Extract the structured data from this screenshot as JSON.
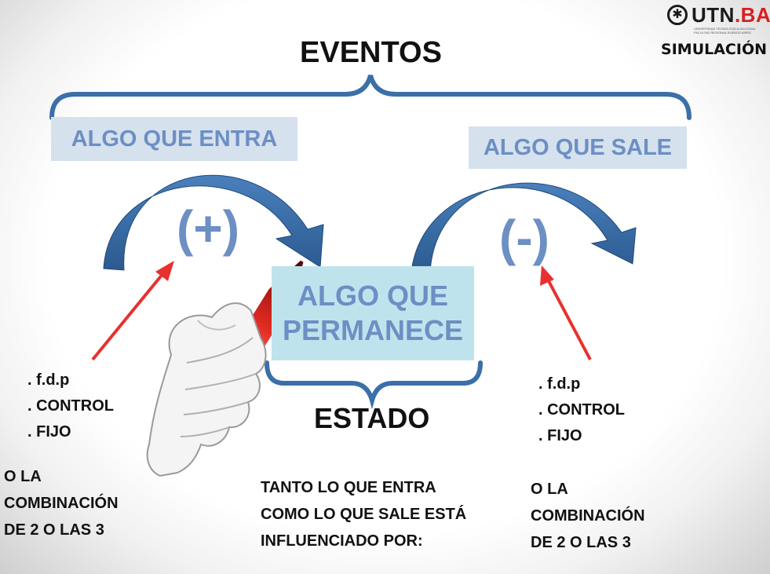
{
  "logo": {
    "name": "UTN",
    "suffix": ".BA",
    "subtitle": "UNIVERSIDAD TECNOLÓGICA NACIONAL FACULTAD REGIONAL BUENOS AIRES"
  },
  "header": {
    "section": "SIMULACIÓN"
  },
  "diagram": {
    "top_title": "EVENTOS",
    "input_label": "ALGO QUE ENTRA",
    "output_label": "ALGO QUE SALE",
    "plus_sign": "(+)",
    "minus_sign": "(-)",
    "state_line1": "ALGO QUE",
    "state_line2": "PERMANECE",
    "bottom_title": "ESTADO"
  },
  "left_list": {
    "items": [
      ". f.d.p",
      ". CONTROL",
      ". FIJO"
    ]
  },
  "right_list": {
    "items": [
      ". f.d.p",
      ". CONTROL",
      ". FIJO"
    ]
  },
  "left_combo": {
    "lines": [
      "O LA",
      "COMBINACIÓN",
      "DE 2 O LAS 3"
    ]
  },
  "right_combo": {
    "lines": [
      "O LA",
      "COMBINACIÓN",
      "DE 2 O LAS 3"
    ]
  },
  "note": {
    "lines": [
      "TANTO LO QUE ENTRA",
      "COMO LO QUE SALE ESTÁ",
      "INFLUENCIADO POR:"
    ]
  },
  "colors": {
    "arc_blue": "#3b6fa8",
    "box_blue": "#d5e1ed",
    "box_cyan": "#bfe3ec",
    "text_blue": "#6c8fc4",
    "red_arrow": "#e8312f",
    "brace": "#3b6fa8"
  }
}
